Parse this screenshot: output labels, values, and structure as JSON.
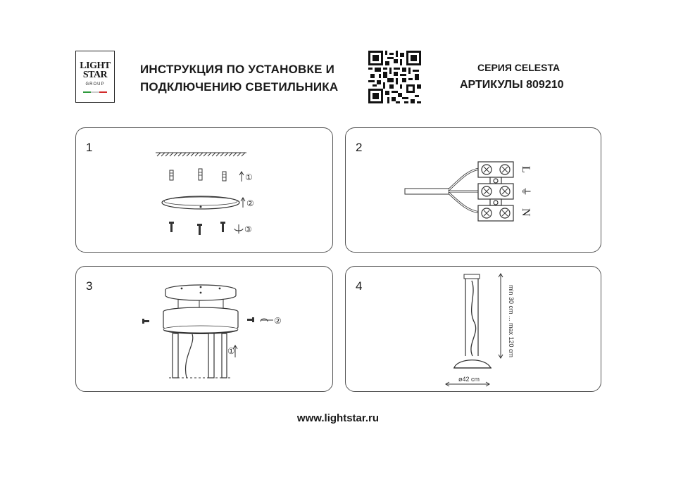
{
  "brand": {
    "logo_line1": "LIGHT",
    "logo_line2": "STAR",
    "logo_line3": "GROUP",
    "flag_colors": [
      "#2e9a3d",
      "#ffffff",
      "#d22b2b"
    ]
  },
  "header": {
    "title": "ИНСТРУКЦИЯ ПО УСТАНОВКЕ И ПОДКЛЮЧЕНИЮ СВЕТИЛЬНИКА",
    "series": "СЕРИЯ CELESTA",
    "article": "АРТИКУЛЫ 809210"
  },
  "steps": [
    {
      "number": "1",
      "labels": [
        "①",
        "②",
        "③"
      ]
    },
    {
      "number": "2",
      "labels": [
        "L",
        "⏚",
        "N"
      ]
    },
    {
      "number": "3",
      "labels": [
        "①",
        "②"
      ]
    },
    {
      "number": "4",
      "labels": [
        "min 30 cm ... max 120 cm",
        "ø42 cm"
      ]
    }
  ],
  "footer": {
    "url": "www.lightstar.ru"
  }
}
